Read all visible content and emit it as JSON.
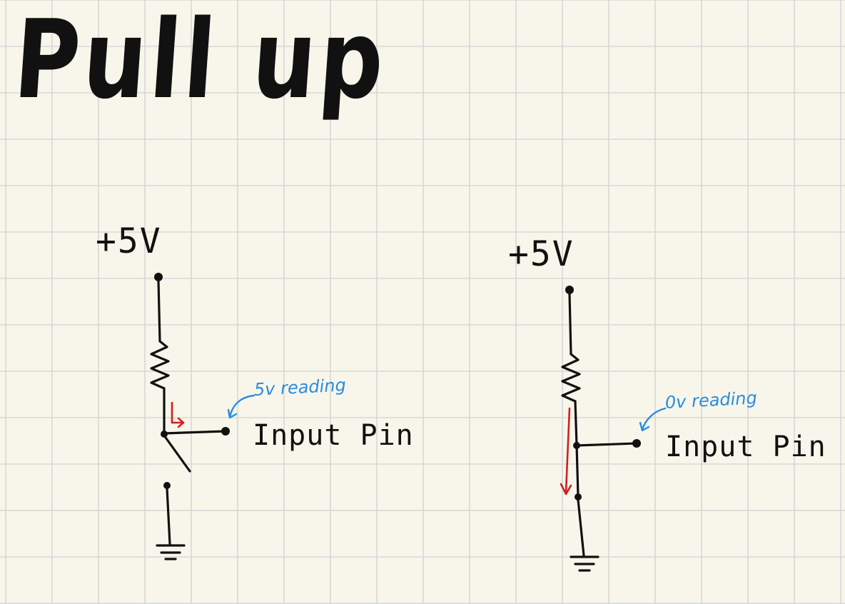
{
  "title": "Pull up",
  "colors": {
    "ink": "#111111",
    "current": "#d21f1f",
    "annotation": "#2a8ce0",
    "grid": "#d5d8d7",
    "paper": "#f8f6ea"
  },
  "circuits": [
    {
      "supply_label": "+5V",
      "pin_label": "Input Pin",
      "annotation": "5v reading",
      "switch_state": "open"
    },
    {
      "supply_label": "+5V",
      "pin_label": "Input Pin",
      "annotation": "0v reading",
      "switch_state": "closed"
    }
  ]
}
